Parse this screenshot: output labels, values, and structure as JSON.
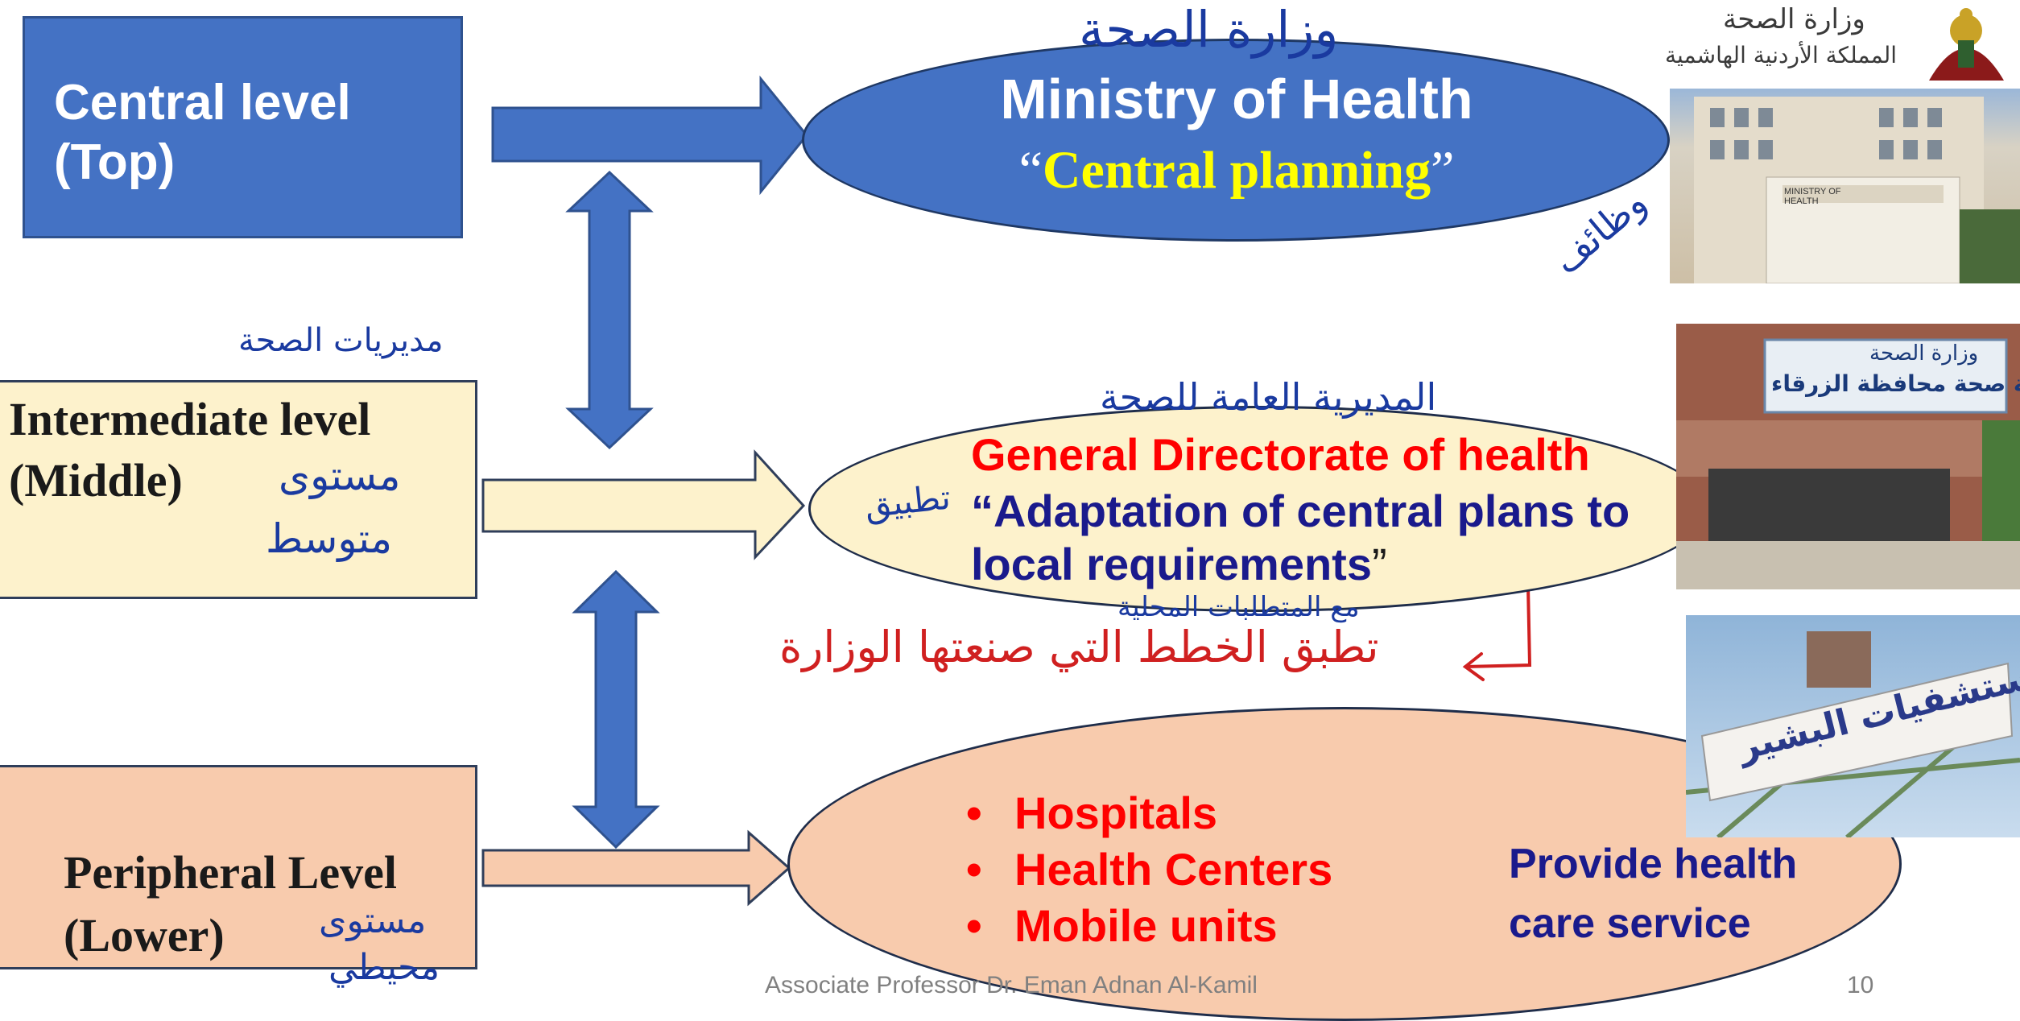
{
  "boxes": {
    "central": {
      "line1": "Central level",
      "line2": "(Top)"
    },
    "intermediate": {
      "line1": "Intermediate level",
      "line2": "(Middle)"
    },
    "peripheral": {
      "line1": "Peripheral Level",
      "line2": "(Lower)"
    }
  },
  "ministry": {
    "title": "Ministry of Health",
    "open_quote": "“",
    "subtitle": "Central planning",
    "close_quote": "”"
  },
  "directorate": {
    "title": "General Directorate of health",
    "open_quote": "“",
    "subtitle": "Adaptation of central plans to local requirements",
    "close_quote": "”"
  },
  "peripheral_services": {
    "items": [
      "Hospitals",
      "Health Centers",
      "Mobile units"
    ],
    "bullet": "•",
    "outcome": "Provide health care service"
  },
  "handwritten": {
    "ministry_ar": "وزارة الصحة",
    "functions_ar": "وظائف",
    "directorates_ar": "مديريات الصحة",
    "middle_level_ar_1": "مستوى",
    "middle_level_ar_2": "متوسط",
    "general_directorate_ar": "المديرية العامة للصحة",
    "apply_ar": "تطبيق",
    "local_req_ar": "مع المتطلبات المحلية",
    "apply_plans_ar": "تطبق الخطط التي صنعتها الوزارة",
    "peripheral_ar_1": "مستوى",
    "peripheral_ar_2": "محيطي"
  },
  "images": {
    "emblem_caption_1": "وزارة الصحة",
    "emblem_caption_2": "المملكة الأردنية الهاشمية",
    "building_sign": "MINISTRY OF HEALTH",
    "directorate_sign_1": "وزارة الصحة",
    "directorate_sign_2": "مديرية صحة محافظة الزرقاء",
    "hospital_sign": "مستشفيات البشير"
  },
  "footer": {
    "author": "Associate Professor Dr. Eman Adnan Al-Kamil",
    "page": "10"
  },
  "colors": {
    "blue": "#4472c4",
    "cream": "#fdf2cc",
    "peach": "#f8cbad",
    "yellow_text": "#ffff00",
    "red_text": "#ff0000",
    "navy_text": "#1a1a8c"
  }
}
